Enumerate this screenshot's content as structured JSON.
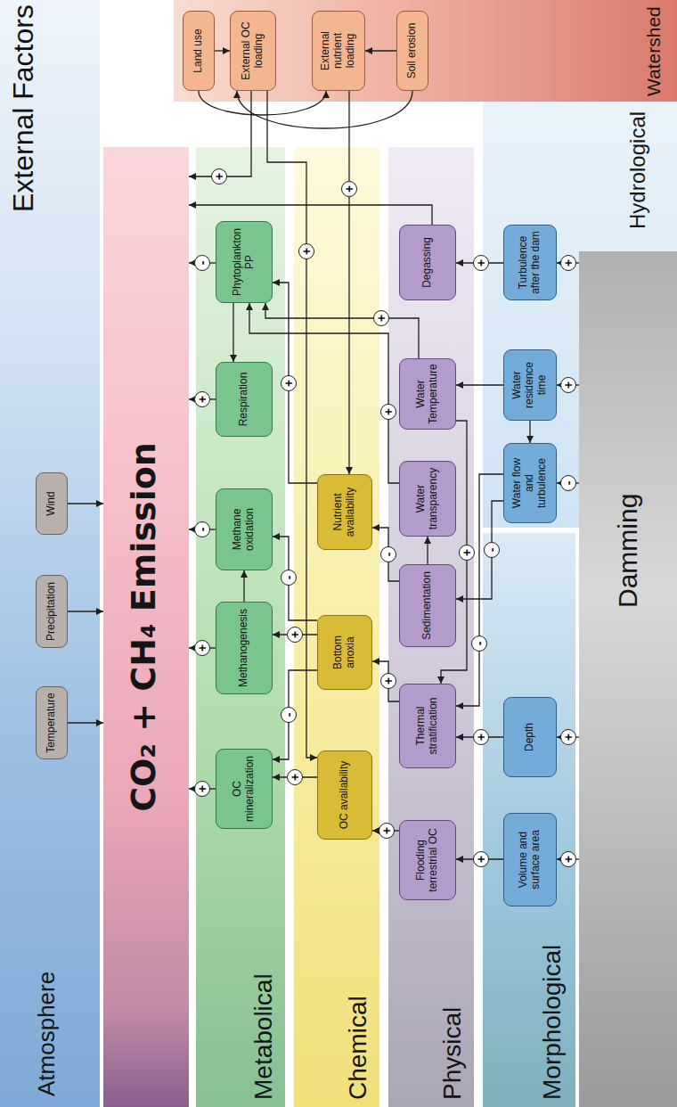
{
  "diagram": {
    "nodes": [
      {
        "text": [
          "Atmosphere"
        ]
      },
      {
        "text": [
          "Temperature"
        ],
        "in": 0
      },
      {
        "text": [
          "Precipitation"
        ],
        "in": 0
      },
      {
        "text": [
          "Wind"
        ],
        "in": 0
      },
      {
        "text": [
          "CO₂ + CH₄ Emission"
        ]
      },
      {
        "text": [
          "Metabolical"
        ]
      },
      {
        "text": [
          "OC mineralization"
        ],
        "in": 5
      },
      {
        "text": [
          "Methanogenesis"
        ],
        "in": 5
      },
      {
        "text": [
          "Methane oxidation"
        ],
        "in": 5
      },
      {
        "text": [
          "Respiration"
        ],
        "in": 5
      },
      {
        "text": [
          "Phytoplankton PP"
        ],
        "in": 5
      },
      {
        "text": [
          "Chemical"
        ]
      },
      {
        "text": [
          "OC availability"
        ],
        "in": 11
      },
      {
        "text": [
          "Bottom anoxia"
        ],
        "in": 11
      },
      {
        "text": [
          "Nutrient availability"
        ],
        "in": 11
      },
      {
        "text": [
          "Physical"
        ]
      },
      {
        "text": [
          "Flooding terrestrial OC"
        ],
        "in": 15
      },
      {
        "text": [
          "Thermal stratification"
        ],
        "in": 15
      },
      {
        "text": [
          "Sedimentation"
        ],
        "in": 15
      },
      {
        "text": [
          "Water transparency"
        ],
        "in": 15
      },
      {
        "text": [
          "Water Temperature"
        ],
        "in": 15
      },
      {
        "text": [
          "Degassing"
        ],
        "in": 15
      },
      {
        "text": [
          "Morphological"
        ]
      },
      {
        "text": [
          "Volume and surface area"
        ],
        "in": 22
      },
      {
        "text": [
          "Depth"
        ],
        "in": 22
      },
      {
        "text": [
          "Hydrological"
        ]
      },
      {
        "text": [
          "Water flow and turbulence"
        ],
        "in": 25
      },
      {
        "text": [
          "Water residence time"
        ],
        "in": 25
      },
      {
        "text": [
          "Turbulence after the dam"
        ],
        "in": 25
      },
      {
        "text": [
          "Watershed"
        ]
      },
      {
        "text": [
          "Land use"
        ],
        "in": 29
      },
      {
        "text": [
          "External OC loading"
        ],
        "in": 29
      },
      {
        "text": [
          "External nutrient loading"
        ],
        "in": 29
      },
      {
        "text": [
          "Soil erosion"
        ],
        "in": 29
      },
      {
        "text": [
          "Damming"
        ]
      }
    ],
    "edges": [
      {
        "from": 1,
        "to": 4,
        "arrow": "to"
      },
      {
        "from": 2,
        "to": 4,
        "arrow": "to"
      },
      {
        "from": 3,
        "to": 4,
        "arrow": "to"
      },
      {
        "from": 6,
        "to": 4,
        "label": "+",
        "arrow": "to"
      },
      {
        "from": 7,
        "to": 4,
        "label": "+",
        "arrow": "to"
      },
      {
        "from": 8,
        "to": 4,
        "label": "-",
        "arrow": "to"
      },
      {
        "from": 9,
        "to": 4,
        "label": "+",
        "arrow": "to"
      },
      {
        "from": 10,
        "to": 4,
        "label": "-",
        "arrow": "to"
      },
      {
        "from": 10,
        "to": 9,
        "arrow": "to"
      },
      {
        "from": 7,
        "to": 8,
        "arrow": "to"
      },
      {
        "from": 12,
        "to": 6,
        "label": "+",
        "arrow": "to"
      },
      {
        "from": 13,
        "to": 6,
        "label": "-",
        "arrow": "to"
      },
      {
        "from": 13,
        "to": 7,
        "label": "+",
        "arrow": "to"
      },
      {
        "from": 13,
        "to": 8,
        "label": "-",
        "arrow": "to"
      },
      {
        "from": 14,
        "to": 10,
        "label": "+",
        "arrow": "to"
      },
      {
        "from": 16,
        "to": 12,
        "label": "+",
        "arrow": "to"
      },
      {
        "from": 17,
        "to": 13,
        "label": "+",
        "arrow": "to"
      },
      {
        "from": 18,
        "to": 14,
        "label": "-",
        "arrow": "to"
      },
      {
        "from": 18,
        "to": 19,
        "arrow": "to"
      },
      {
        "from": 19,
        "to": 10,
        "label": "+",
        "arrow": "to"
      },
      {
        "from": 20,
        "to": 10,
        "label": "+",
        "arrow": "to"
      },
      {
        "from": 20,
        "to": 17,
        "label": "+",
        "arrow": "to"
      },
      {
        "from": 21,
        "to": 4,
        "arrow": "to"
      },
      {
        "from": 28,
        "to": 21,
        "label": "+",
        "arrow": "to"
      },
      {
        "from": 26,
        "to": 18,
        "label": "-",
        "arrow": "to"
      },
      {
        "from": 26,
        "to": 17,
        "label": "-",
        "arrow": "to"
      },
      {
        "from": 24,
        "to": 17,
        "label": "+",
        "arrow": "to"
      },
      {
        "from": 23,
        "to": 16,
        "label": "+",
        "arrow": "to"
      },
      {
        "from": 27,
        "to": 26,
        "arrow": "to"
      },
      {
        "from": 27,
        "to": 20,
        "arrow": "to"
      },
      {
        "from": 34,
        "to": 28,
        "label": "+",
        "arrow": "to"
      },
      {
        "from": 34,
        "to": 27,
        "label": "+",
        "arrow": "to"
      },
      {
        "from": 34,
        "to": 26,
        "label": "-",
        "arrow": "to"
      },
      {
        "from": 34,
        "to": 24,
        "label": "+",
        "arrow": "to"
      },
      {
        "from": 34,
        "to": 23,
        "label": "+",
        "arrow": "to"
      },
      {
        "from": 30,
        "to": 31,
        "arrow": "to"
      },
      {
        "from": 30,
        "to": 32,
        "arrow": "to"
      },
      {
        "from": 33,
        "to": 32,
        "arrow": "to"
      },
      {
        "from": 33,
        "to": 31,
        "arrow": "to"
      },
      {
        "from": 31,
        "to": 12,
        "label": "+",
        "arrow": "to"
      },
      {
        "from": 32,
        "to": 14,
        "label": "+",
        "arrow": "to"
      },
      {
        "from": 31,
        "to": 4,
        "label": "+",
        "arrow": "to"
      }
    ],
    "labels": [
      "External Factors"
    ]
  }
}
